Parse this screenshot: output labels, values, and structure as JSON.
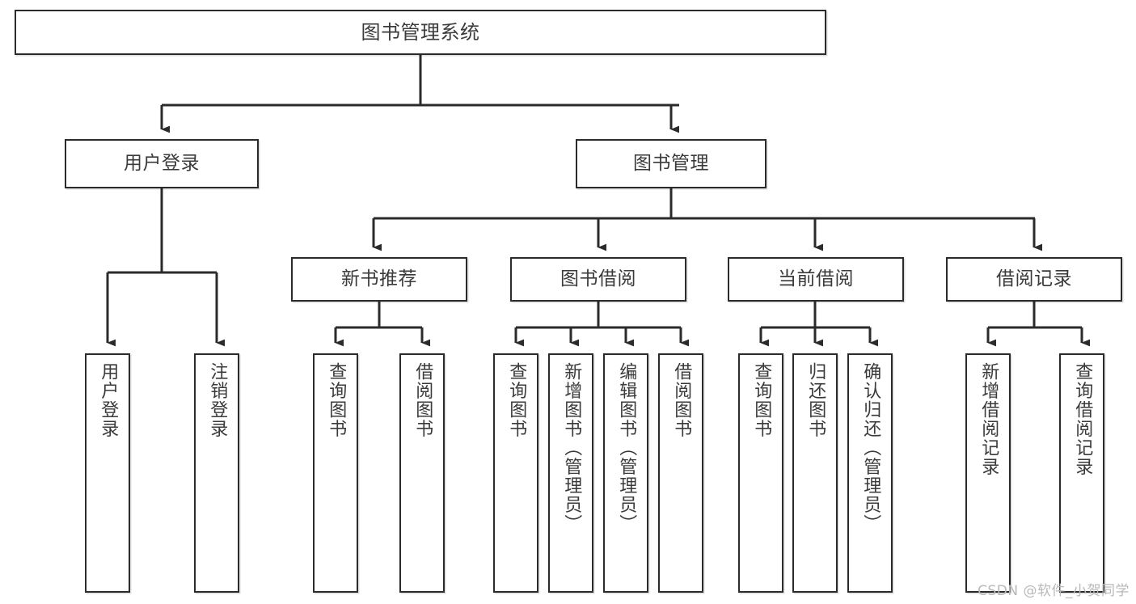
{
  "diagram": {
    "type": "tree-hierarchy",
    "title": "图书管理系统",
    "watermark": "CSDN @软件_小贺同学",
    "colors": {
      "box_border": "#2b2b2b",
      "box_fill": "#ffffff",
      "connector": "#2b2b2b",
      "text": "#3a3a3a",
      "watermark": "#b9b9b9"
    },
    "root": {
      "label": "图书管理系统"
    },
    "level2": [
      {
        "label": "用户登录"
      },
      {
        "label": "图书管理"
      }
    ],
    "level3": [
      {
        "label": "新书推荐"
      },
      {
        "label": "图书借阅"
      },
      {
        "label": "当前借阅"
      },
      {
        "label": "借阅记录"
      }
    ],
    "leaves": {
      "user_login": [
        {
          "label": "用户登录"
        },
        {
          "label": "注销登录"
        }
      ],
      "new_book": [
        {
          "label": "查询图书"
        },
        {
          "label": "借阅图书"
        }
      ],
      "borrow_book": [
        {
          "label": "查询图书"
        },
        {
          "label": "新增图书（管理员）"
        },
        {
          "label": "编辑图书（管理员）"
        },
        {
          "label": "借阅图书"
        }
      ],
      "current_borrow": [
        {
          "label": "查询图书"
        },
        {
          "label": "归还图书"
        },
        {
          "label": "确认归还（管理员）"
        }
      ],
      "borrow_record": [
        {
          "label": "新增借阅记录"
        },
        {
          "label": "查询借阅记录"
        }
      ]
    }
  }
}
